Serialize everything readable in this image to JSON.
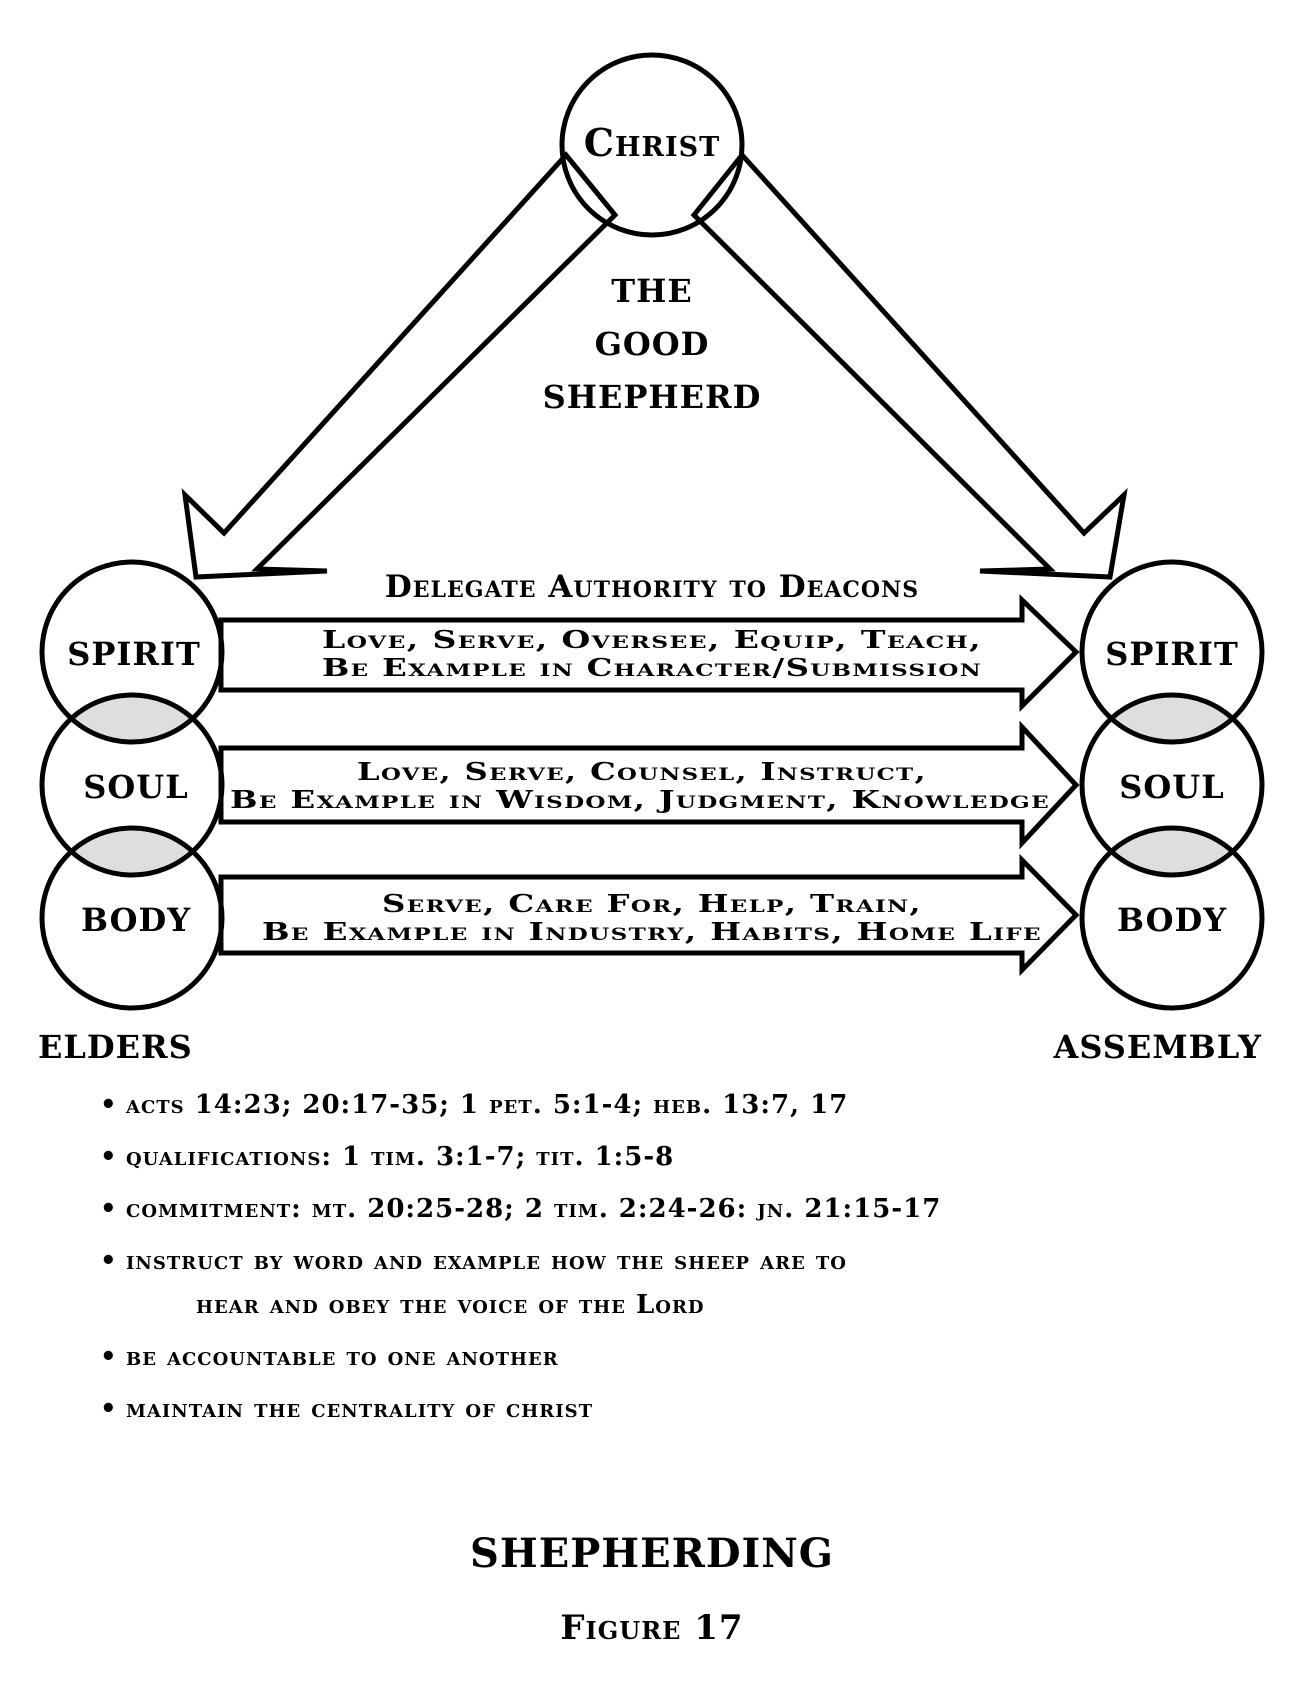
{
  "diagram": {
    "top_node": "Christ",
    "center_label": [
      "THE",
      "GOOD",
      "SHEPHERD"
    ],
    "delegate_label": "Delegate Authority to Deacons",
    "left_nodes": [
      "SPIRIT",
      "SOUL",
      "BODY"
    ],
    "right_nodes": [
      "SPIRIT",
      "SOUL",
      "BODY"
    ],
    "arrows": [
      {
        "line1": "Love, Serve, Oversee, Equip, Teach,",
        "line2": "Be Example in Character/Submission"
      },
      {
        "line1": "Love, Serve, Counsel, Instruct,",
        "line2": "Be Example in Wisdom, Judgment, Knowledge"
      },
      {
        "line1": "Serve, Care For, Help, Train,",
        "line2": "Be Example in Industry, Habits, Home Life"
      }
    ],
    "left_group_label": "ELDERS",
    "right_group_label": "ASSEMBLY",
    "overlap_color": "#dedede"
  },
  "notes": [
    {
      "text": "acts 14:23; 20:17-35; 1 pet. 5:1-4; heb. 13:7, 17"
    },
    {
      "text": "qualifications:  1 tim. 3:1-7; tit. 1:5-8"
    },
    {
      "text": "commitment: mt. 20:25-28; 2 tim. 2:24-26: jn. 21:15-17"
    },
    {
      "text": "instruct by word and example how the sheep are to",
      "continuation": "hear and obey the voice of the Lord"
    },
    {
      "text": "be accountable to one another"
    },
    {
      "text": "maintain the centrality of christ"
    }
  ],
  "bullet": "•",
  "title": "SHEPHERDING",
  "figure_label": "Figure 17"
}
